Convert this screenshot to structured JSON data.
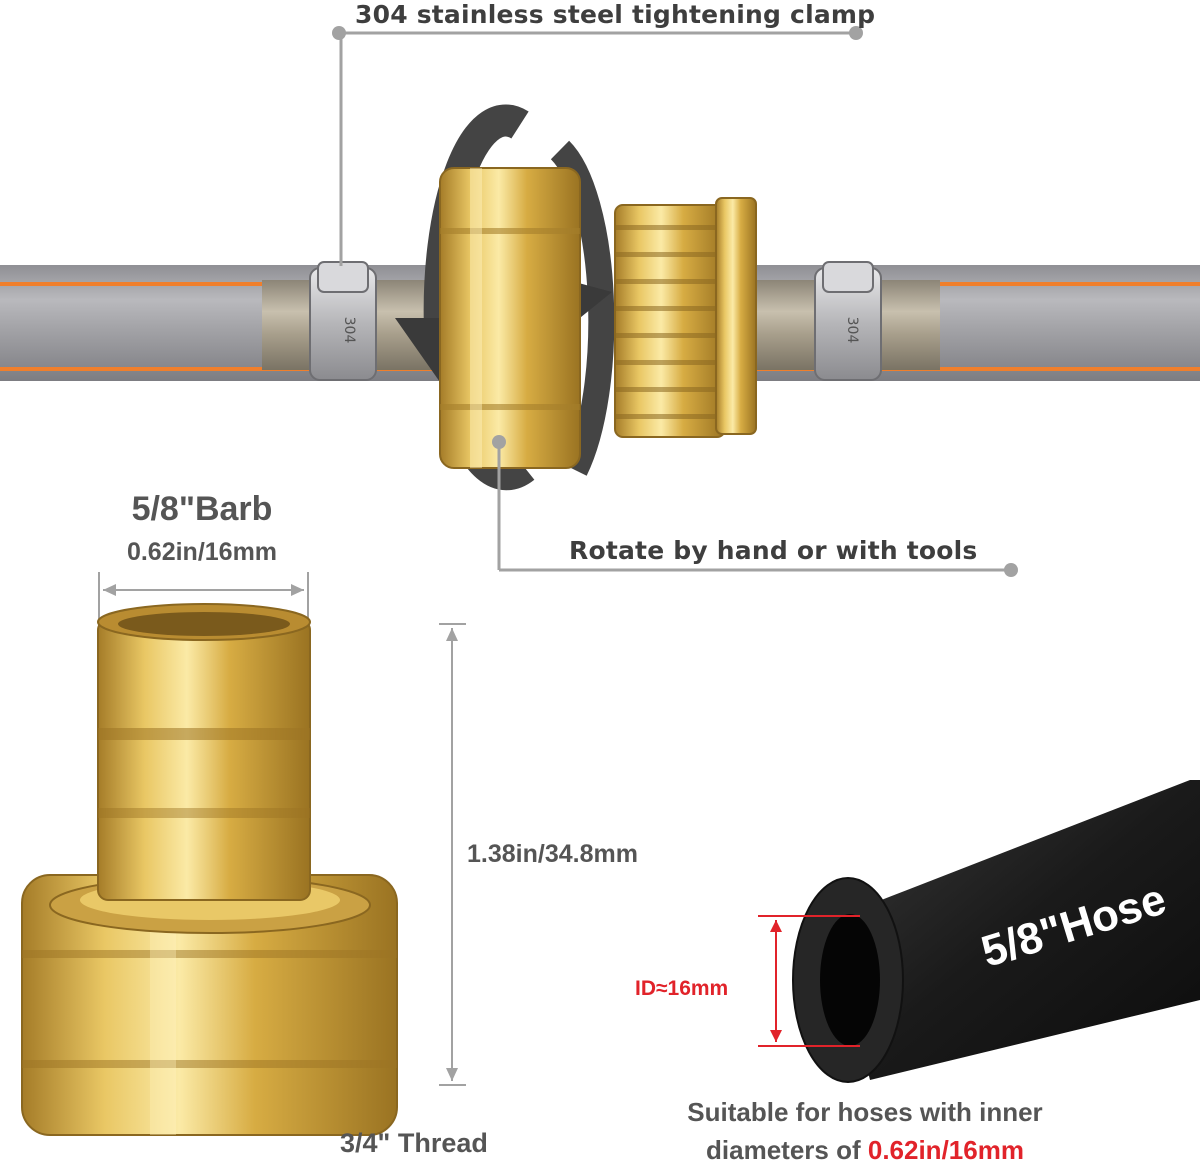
{
  "labels": {
    "clamp": "304 stainless steel tightening clamp",
    "rotate": "Rotate by hand or with tools",
    "barb_title": "5/8\"Barb",
    "barb_size": "0.62in/16mm",
    "height": "1.38in/34.8mm",
    "thread": "3/4\" Thread",
    "hose_text": "5/8\"Hose",
    "inner_diameter": "ID≈16mm",
    "suitable_line1": "Suitable for hoses with inner",
    "suitable_line2_prefix": "diameters of ",
    "suitable_line2_highlight": "0.62in/16mm",
    "clamp_stamp": "304"
  },
  "colors": {
    "brass": "#d9b24a",
    "brass_dark": "#a9812a",
    "brass_light": "#f4dc8c",
    "hose_gray": "#9a9a9e",
    "hose_orange": "#f07f2c",
    "black_hose": "#1b1b1b",
    "highlight_red": "#e1232a",
    "callout_gray": "#9a9a9a",
    "text_gray": "#555555"
  }
}
